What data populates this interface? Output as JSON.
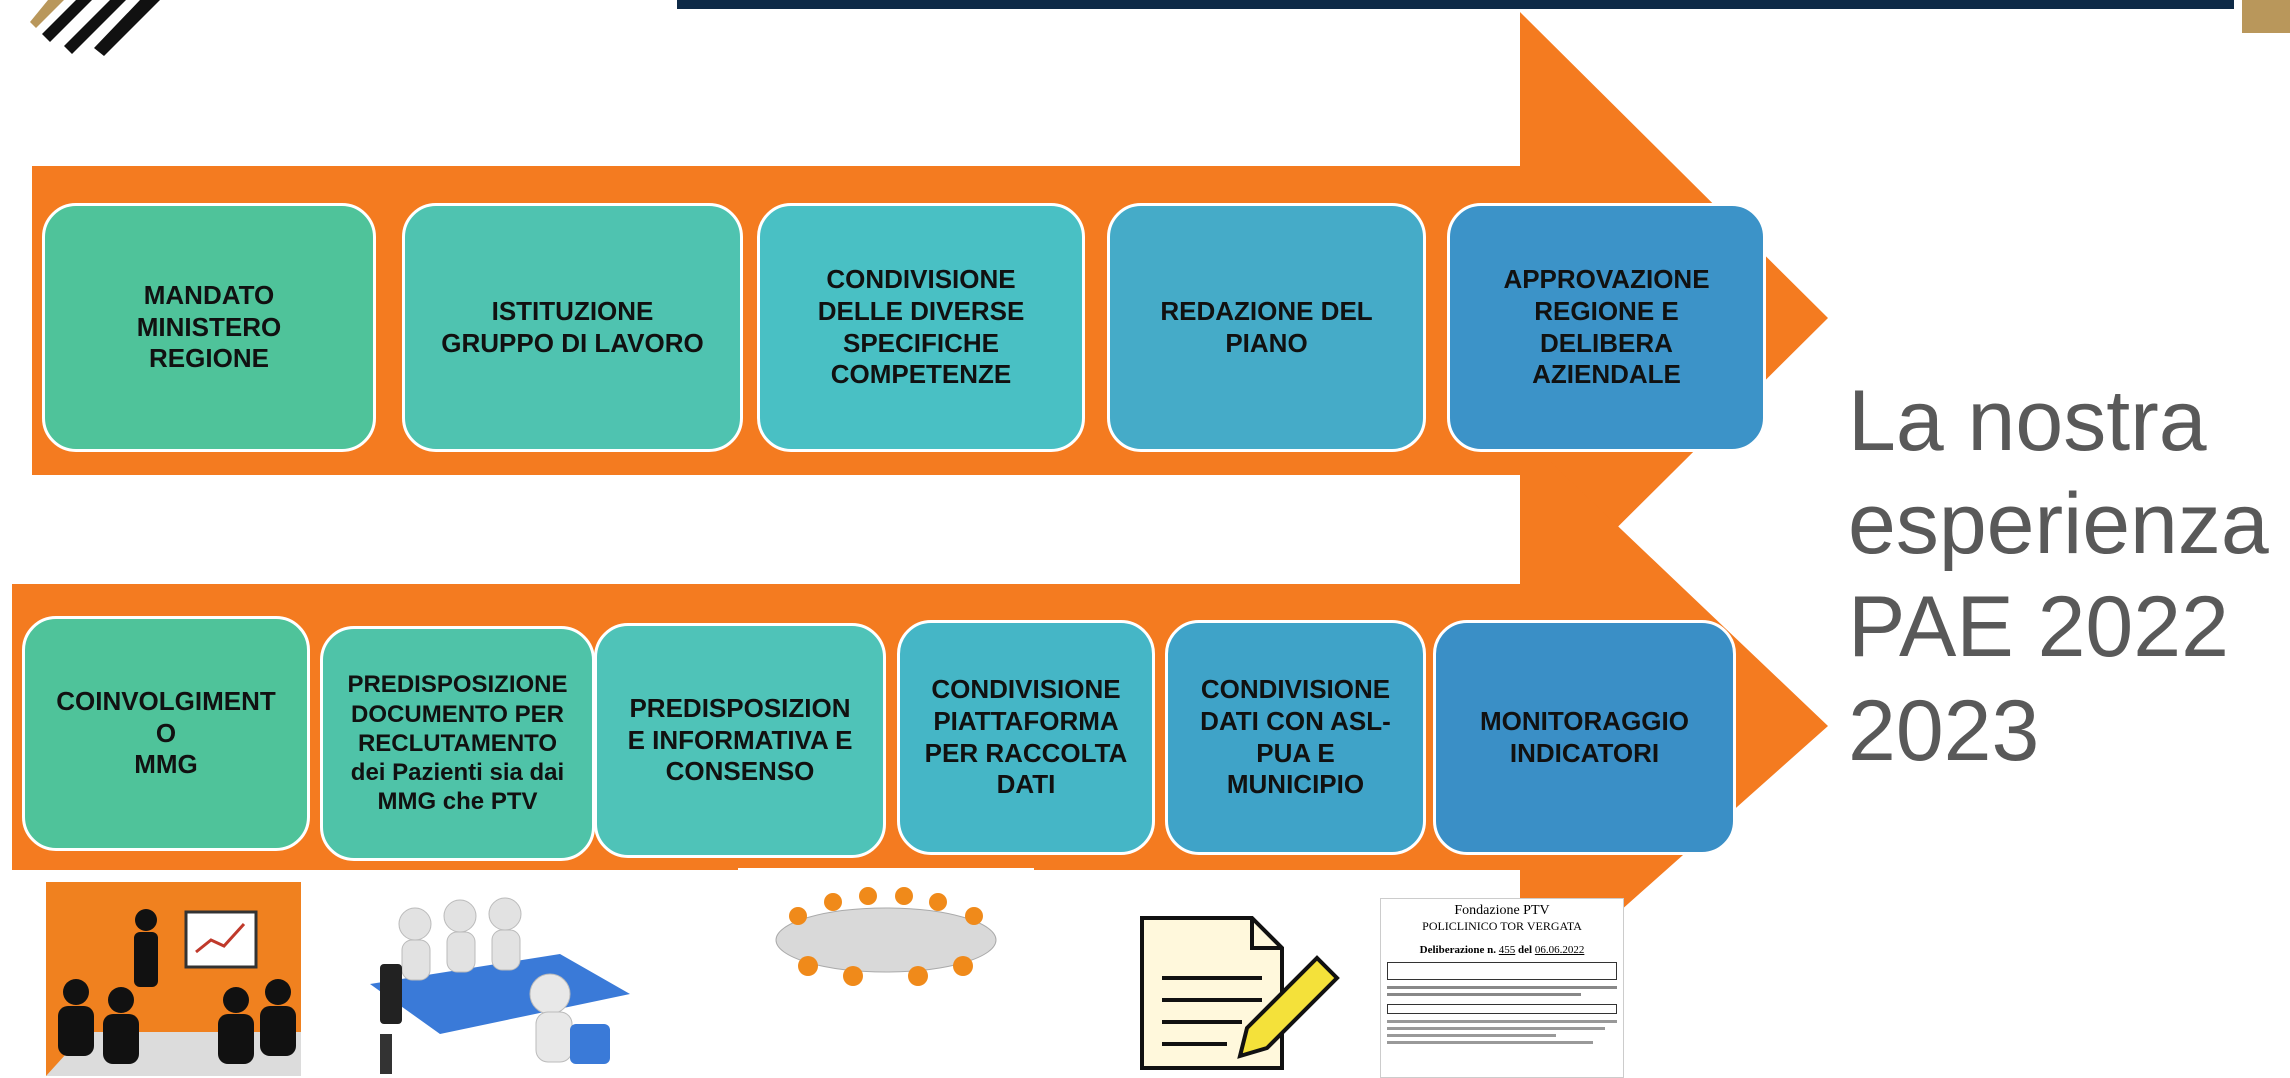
{
  "title_lines": [
    "La nostra",
    "esperienza",
    "PAE 2022",
    "2023"
  ],
  "row1": [
    {
      "label": "MANDATO\nMINISTERO\nREGIONE",
      "color": "#4fc39a"
    },
    {
      "label": "ISTITUZIONE\nGRUPPO DI LAVORO",
      "color": "#4fc3b0"
    },
    {
      "label": "CONDIVISIONE\nDELLE  DIVERSE\nSPECIFICHE\nCOMPETENZE",
      "color": "#49c0c4"
    },
    {
      "label": "REDAZIONE DEL\nPIANO",
      "color": "#45abc8"
    },
    {
      "label": "APPROVAZIONE\nREGIONE E\nDELIBERA\nAZIENDALE",
      "color": "#3c93c8"
    }
  ],
  "row2": [
    {
      "label": "COINVOLGIMENT\nO\nMMG",
      "color": "#4fc39a"
    },
    {
      "label": "PREDISPOSIZIONE\nDOCUMENTO PER\nRECLUTAMENTO\ndei Pazienti sia dai\nMMG che PTV",
      "color": "#4fc3a8"
    },
    {
      "label": "PREDISPOSIZION\nE INFORMATIVA E\nCONSENSO",
      "color": "#4fc3b8"
    },
    {
      "label": "CONDIVISIONE\nPIATTAFORMA\nPER RACCOLTA\nDATI",
      "color": "#45b6c6"
    },
    {
      "label": "CONDIVISIONE\nDATI CON ASL-\nPUA E\nMUNICIPIO",
      "color": "#3fa3c8"
    },
    {
      "label": "MONITORAGGIO\nINDICATORI",
      "color": "#3a8fc6"
    }
  ],
  "document": {
    "org": "Fondazione PTV",
    "name": "POLICLINICO TOR VERGATA",
    "delib_label": "Deliberazione n.",
    "delib_number": "455",
    "delib_date_label": "del",
    "delib_date": "06.06.2022"
  },
  "colors": {
    "arrow": "#f47b20",
    "headline": "#595959",
    "topbar": "#0e2a47",
    "gold": "#b9975b"
  }
}
